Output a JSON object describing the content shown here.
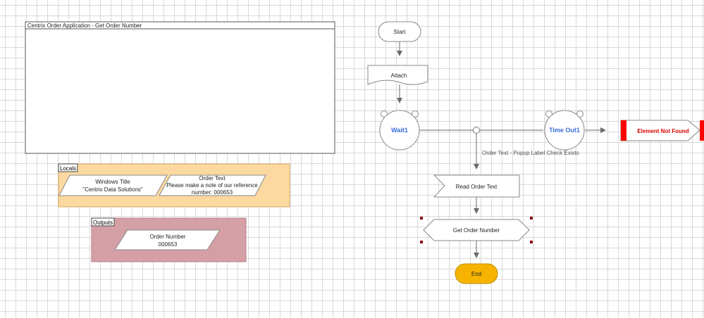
{
  "note_block": {
    "title": "Centrix Order Application - Get Order Number"
  },
  "locals": {
    "label": "Locals",
    "items": [
      {
        "name": "Windows Title",
        "value": "\"Centrix Data Solutions\""
      },
      {
        "name": "Order Text",
        "value_line1": "Please make a note of our reference",
        "value_line2": "number: 000653"
      }
    ]
  },
  "outputs": {
    "label": "Outputs",
    "items": [
      {
        "name": "Order Number",
        "value": "000653"
      }
    ]
  },
  "flow": {
    "start": "Start",
    "attach": "Attach",
    "wait": "Wait1",
    "timeout": "Time Out1",
    "exception": "Element Not Found",
    "condition_label": "Order Text - Popup Label Check Exists",
    "read": "Read Order Text",
    "calc": "Get Order Number",
    "end": "End"
  },
  "colors": {
    "locals_fill": "#fcd9a0",
    "outputs_fill": "#d4a0a6",
    "end_fill": "#f6b400",
    "exception_bar": "#ff0000",
    "stage_text_blue": "#3a6fe0",
    "exception_text": "#d40000"
  }
}
